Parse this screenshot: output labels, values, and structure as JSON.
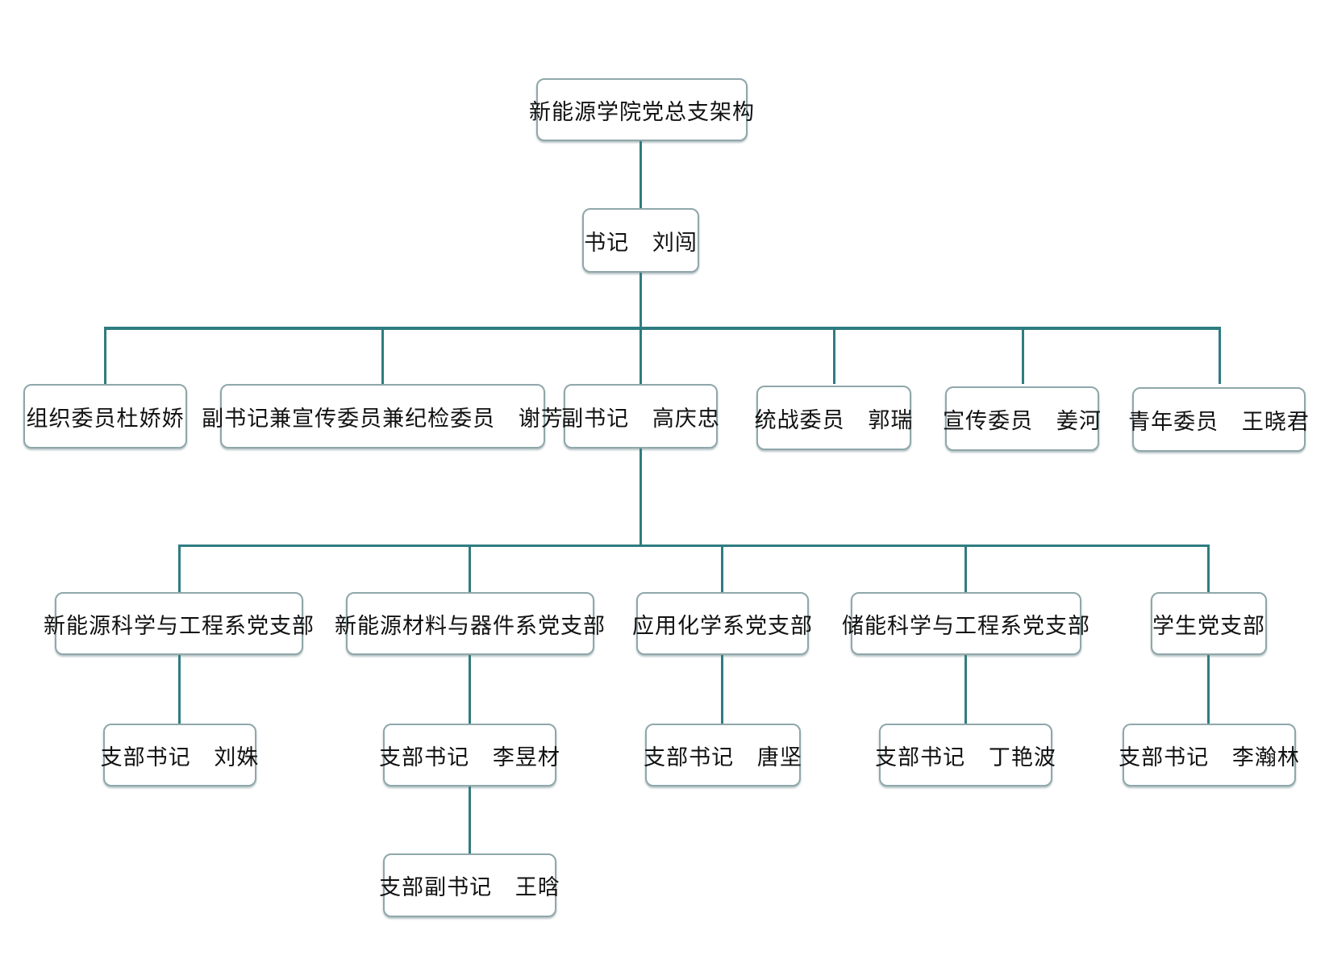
{
  "root": "新能源学院党总支架构",
  "secretary": "书记   刘闯",
  "committee": [
    "组织委员杜娇娇",
    "副书记兼宣传委员兼纪检委员   谢芳",
    "副书记   高庆忠",
    "统战委员   郭瑞",
    "宣传委员   姜河",
    "青年委员   王晓君"
  ],
  "branches": [
    {
      "name": "新能源科学与工程系党支部",
      "secretary": "支部书记   刘姝"
    },
    {
      "name": "新能源材料与器件系党支部",
      "secretary": "支部书记   李昱材",
      "deputy": "支部副书记   王晗"
    },
    {
      "name": "应用化学系党支部",
      "secretary": "支部书记   唐坚"
    },
    {
      "name": "储能科学与工程系党支部",
      "secretary": "支部书记   丁艳波"
    },
    {
      "name": "学生党支部",
      "secretary": "支部书记   李瀚林"
    }
  ],
  "colors": {
    "connector": "#2f7c80",
    "box_border": "#8fa7aa"
  }
}
